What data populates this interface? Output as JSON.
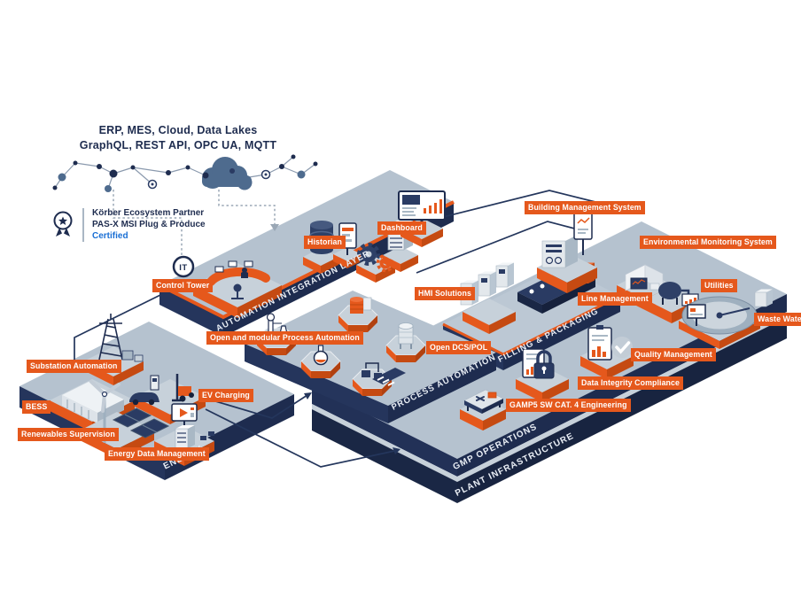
{
  "integration": {
    "title_line1": "ERP, MES, Cloud, Data Lakes",
    "title_line2": "GraphQL, REST API, OPC UA, MQTT"
  },
  "certification": {
    "partner": "Körber Ecosystem Partner",
    "product": "PAS-X MSI Plug & Produce",
    "status": "Certified"
  },
  "it_badge": "IT",
  "layers": {
    "automation_integration": "AUTOMATION INTEGRATION LAYER",
    "process_automation": "PROCESS AUTOMATION",
    "filling_packaging": "FILLING & PACKAGING",
    "gmp_operations": "GMP OPERATIONS",
    "plant_infrastructure": "PLANT INFRASTRUCTURE",
    "energy": "ENERGY"
  },
  "labels": {
    "control_tower": "Control Tower",
    "historian": "Historian",
    "dashboard": "Dashboard",
    "open_modular_pa": "Open and modular Process Automation",
    "hmi_solutions": "HMI Solutions",
    "open_dcs_pol": "Open DCS/POL",
    "building_management": "Building Management System",
    "environmental_monitoring": "Environmental Monitoring System",
    "line_management": "Line Management",
    "utilities": "Utilities",
    "waste_water": "Waste Water",
    "quality_management": "Quality Management",
    "data_integrity": "Data Integrity Compliance",
    "gamp5": "GAMP5 SW CAT. 4 Engineering",
    "substation_automation": "Substation Automation",
    "bess": "BESS",
    "ev_charging": "EV Charging",
    "renewables_supervision": "Renewables Supervision",
    "energy_data_management": "Energy Data Management"
  },
  "colors": {
    "accent_orange": "#E5581C",
    "accent_orange_dark": "#C54A12",
    "navy": "#1E2C4F",
    "navy_light": "#2A3B63",
    "platform_top": "#B5C2CF",
    "steel_blue": "#4E6B8E",
    "certified_blue": "#1A6FD4",
    "dashed_gray": "#9AA7B5"
  }
}
